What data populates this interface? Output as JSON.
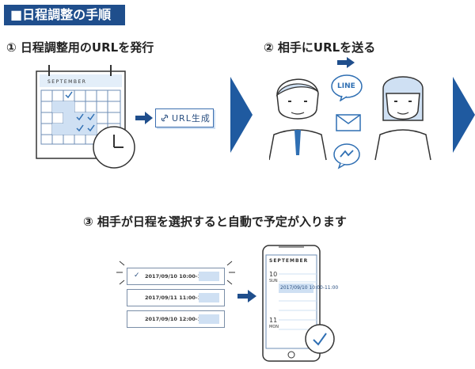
{
  "header": {
    "title": "■日程調整の手順"
  },
  "steps": [
    {
      "label": "① 日程調整用のURLを発行"
    },
    {
      "label": "② 相手にURLを送る"
    },
    {
      "label": "③ 相手が日程を選択すると自動で予定が入ります"
    }
  ],
  "calendar": {
    "month": "SEPTEMBER"
  },
  "url_button": {
    "label": "URL生成"
  },
  "line_badge": {
    "label": "LINE"
  },
  "slots": [
    {
      "text": "2017/09/10 10:00-11:00"
    },
    {
      "text": "2017/09/11 11:00-12:00"
    },
    {
      "text": "2017/09/10 12:00-14:00"
    }
  ],
  "phone": {
    "header": "SEPTEMBER",
    "day1_num": "10",
    "day1_dow": "SUN",
    "event": "2017/09/10 10:00-11:00",
    "day2_num": "11",
    "day2_dow": "MON"
  },
  "colors": {
    "primary": "#1f4e8c",
    "accent": "#2f6fb3",
    "light": "#cfe0f3",
    "sky": "#e3eef9"
  }
}
